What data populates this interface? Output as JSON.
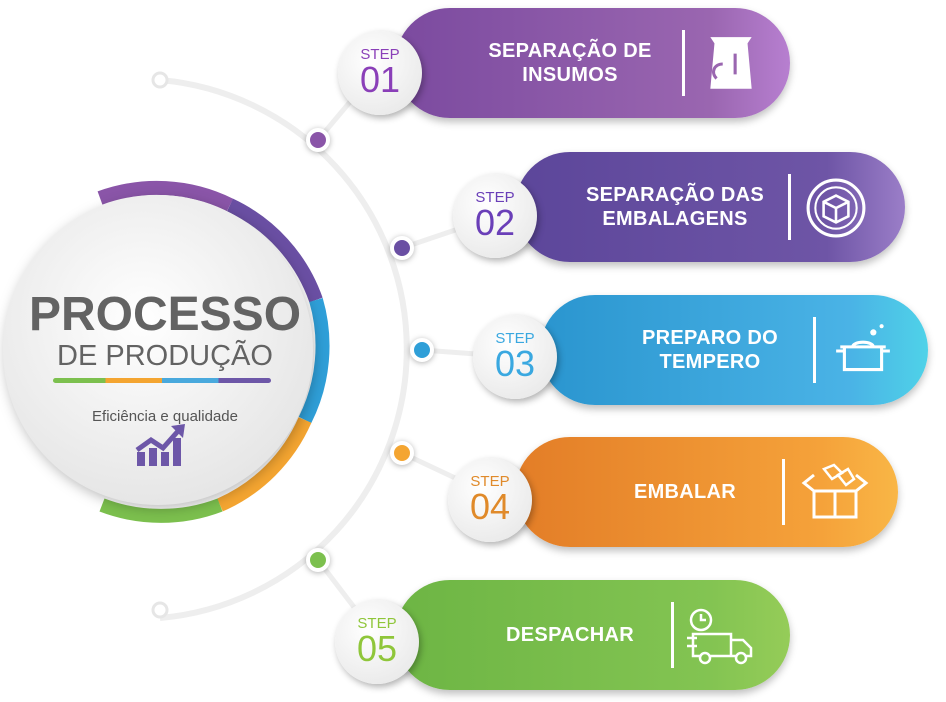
{
  "center": {
    "title": "PROCESSO",
    "subtitle": "DE PRODUÇÃO",
    "tagline": "Eficiência e qualidade",
    "icon": "growth-chart-icon"
  },
  "steps": [
    {
      "step": "STEP",
      "number": "01",
      "label_line1": "SEPARAÇÃO DE",
      "label_line2": "INSUMOS",
      "icon": "supply-bag-icon",
      "color": "#8a55a8"
    },
    {
      "step": "STEP",
      "number": "02",
      "label_line1": "SEPARAÇÃO DAS",
      "label_line2": "EMBALAGENS",
      "icon": "package-box-icon",
      "color": "#6a4fa3"
    },
    {
      "step": "STEP",
      "number": "03",
      "label_line1": "PREPARO DO",
      "label_line2": "TEMPERO",
      "icon": "cooking-pot-icon",
      "color": "#2f9fd8"
    },
    {
      "step": "STEP",
      "number": "04",
      "label_line1": "EMBALAR",
      "label_line2": "",
      "icon": "open-box-icon",
      "color": "#ec8b2a"
    },
    {
      "step": "STEP",
      "number": "05",
      "label_line1": "DESPACHAR",
      "label_line2": "",
      "icon": "delivery-truck-icon",
      "color": "#7cc04e"
    }
  ]
}
